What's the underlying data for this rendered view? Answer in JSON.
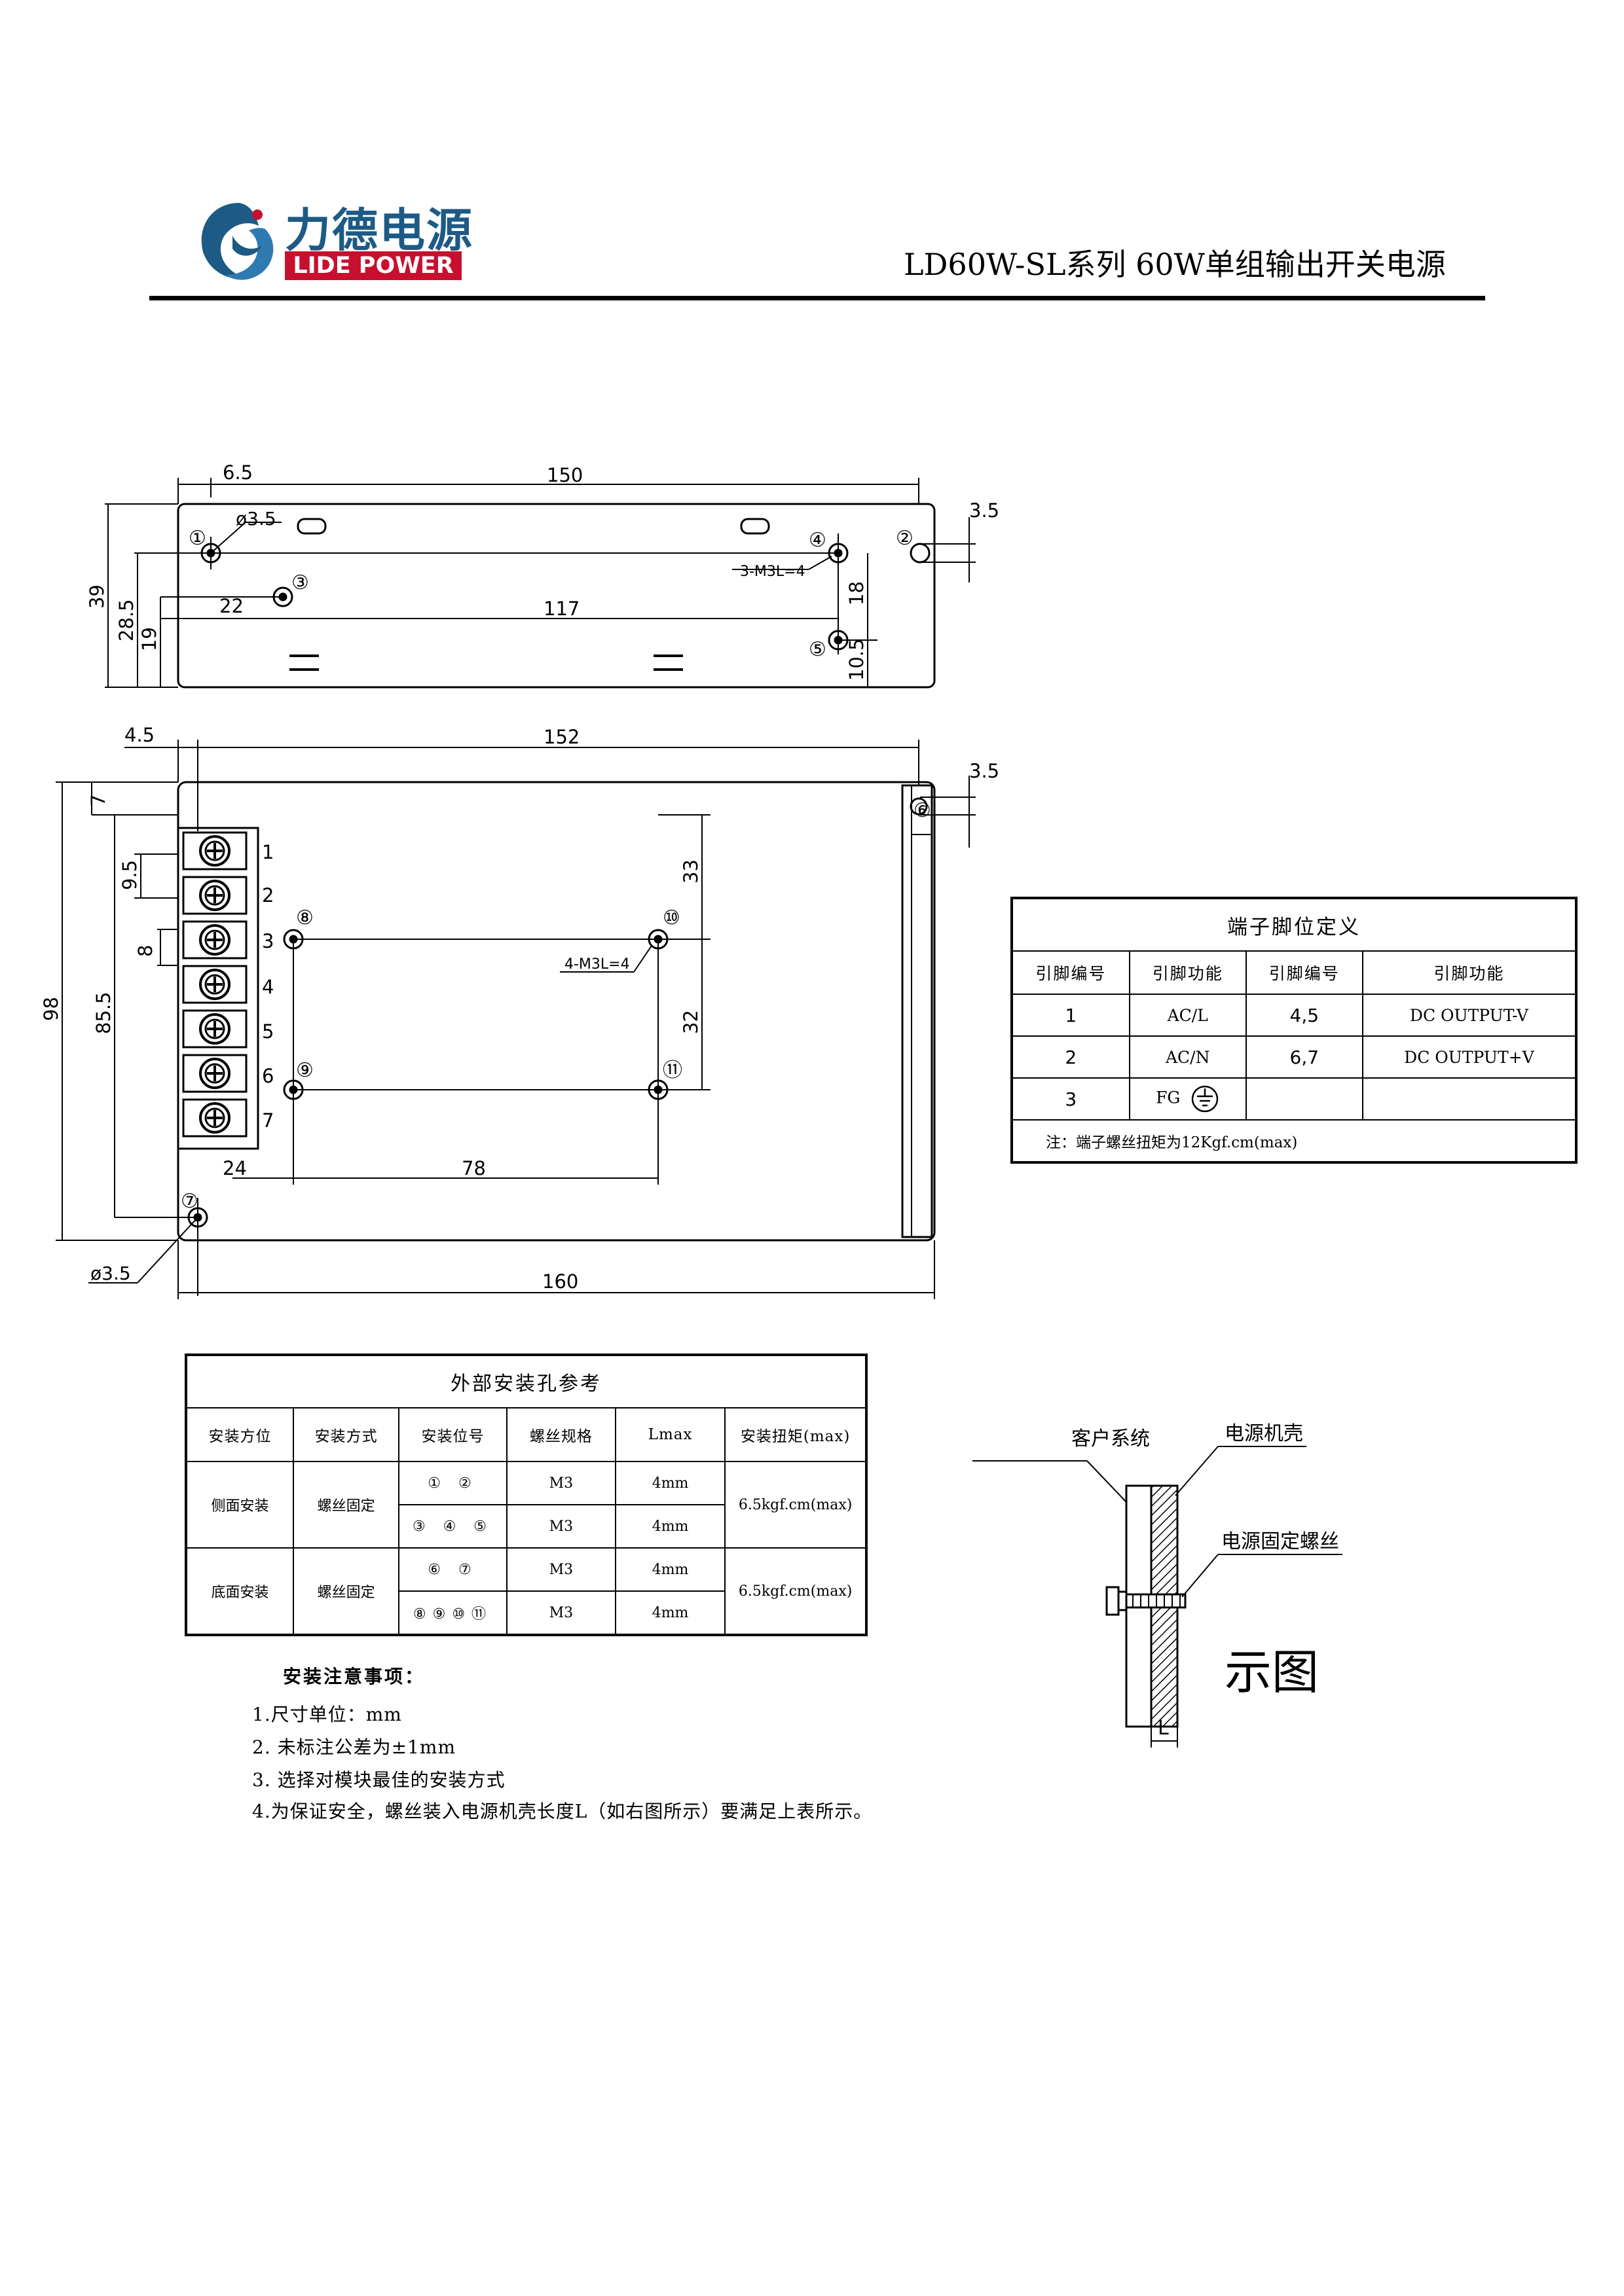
{
  "header": {
    "brand_cn": "力德电源",
    "brand_en": "LIDE POWER",
    "title": "LD60W-SL系列 60W单组输出开关电源",
    "logo_icon": "lide-swirl-logo-icon"
  },
  "top_view": {
    "dim_6_5": "6.5",
    "dim_150": "150",
    "dim_phi": "ø3.5",
    "dim_3_5": "3.5",
    "dim_39": "39",
    "dim_28_5": "28.5",
    "dim_19": "19",
    "dim_22": "22",
    "dim_117": "117",
    "dim_18": "18",
    "dim_10_5": "10.5",
    "screw_note": "3-M3L=4",
    "hole_labels": [
      "①",
      "②",
      "③",
      "④",
      "⑤"
    ]
  },
  "front_view": {
    "dim_4_5": "4.5",
    "dim_152": "152",
    "dim_3_5": "3.5",
    "dim_7": "7",
    "dim_9_5": "9.5",
    "dim_8": "8",
    "dim_98": "98",
    "dim_85_5": "85.5",
    "dim_33": "33",
    "dim_32": "32",
    "dim_24": "24",
    "dim_78": "78",
    "dim_phi": "ø3.5",
    "dim_160": "160",
    "screw_note": "4-M3L=4",
    "terminal_numbers": [
      "1",
      "2",
      "3",
      "4",
      "5",
      "6",
      "7"
    ],
    "hole_labels": [
      "⑥",
      "⑦",
      "⑧",
      "⑨",
      "⑩",
      "⑪"
    ]
  },
  "pin_table": {
    "caption": "端子脚位定义",
    "headers": [
      "引脚编号",
      "引脚功能",
      "引脚编号",
      "引脚功能"
    ],
    "rows": [
      [
        "1",
        "AC/L",
        "4,5",
        "DC OUTPUT-V"
      ],
      [
        "2",
        "AC/N",
        "6,7",
        "DC OUTPUT+V"
      ],
      [
        "3",
        "FG",
        "",
        ""
      ]
    ],
    "fg_icon": "ground-symbol-icon",
    "note": "注：端子螺丝扭矩为12Kgf.cm(max)"
  },
  "mount_table": {
    "caption": "外部安装孔参考",
    "headers": [
      "安装方位",
      "安装方式",
      "安装位号",
      "螺丝规格",
      "Lmax",
      "安装扭矩(max)"
    ],
    "groups": [
      {
        "orientation": "侧面安装",
        "method": "螺丝固定",
        "torque": "6.5kgf.cm(max)",
        "rows": [
          {
            "pos": "① ②",
            "screw": "M3",
            "lmax": "4mm"
          },
          {
            "pos": "③ ④ ⑤",
            "screw": "M3",
            "lmax": "4mm"
          }
        ]
      },
      {
        "orientation": "底面安装",
        "method": "螺丝固定",
        "torque": "6.5kgf.cm(max)",
        "rows": [
          {
            "pos": "⑥ ⑦",
            "screw": "M3",
            "lmax": "4mm"
          },
          {
            "pos": "⑧⑨⑩⑪",
            "screw": "M3",
            "lmax": "4mm"
          }
        ]
      }
    ]
  },
  "notes": {
    "title": "安装注意事项：",
    "items": [
      "1.尺寸单位：mm",
      "2. 未标注公差为±1mm",
      "3. 选择对模块最佳的安装方式",
      "4.为保证安全，螺丝装入电源机壳长度L（如右图所示）要满足上表所示。"
    ]
  },
  "screw_diagram": {
    "label_customer": "客户系统",
    "label_housing": "电源机壳",
    "label_screw": "电源固定螺丝",
    "label_L": "L",
    "caption": "示图"
  }
}
